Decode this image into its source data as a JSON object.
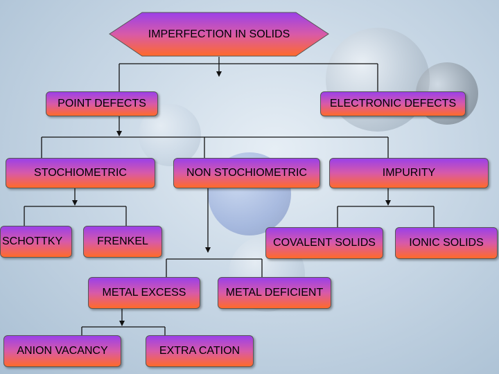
{
  "diagram": {
    "root": "IMPERFECTION IN SOLIDS",
    "point_defects": "POINT DEFECTS",
    "electronic_defects": "ELECTRONIC DEFECTS",
    "stochiometric": "STOCHIOMETRIC",
    "non_stochiometric": "NON STOCHIOMETRIC",
    "impurity": "IMPURITY",
    "schottky": "SCHOTTKY",
    "frenkel": "FRENKEL",
    "covalent_solids": "COVALENT SOLIDS",
    "ionic_solids": "IONIC SOLIDS",
    "metal_excess": "METAL EXCESS",
    "metal_deficient": "METAL DEFICIENT",
    "anion_vacancy": "ANION VACANCY",
    "extra_cation": "EXTRA CATION"
  }
}
